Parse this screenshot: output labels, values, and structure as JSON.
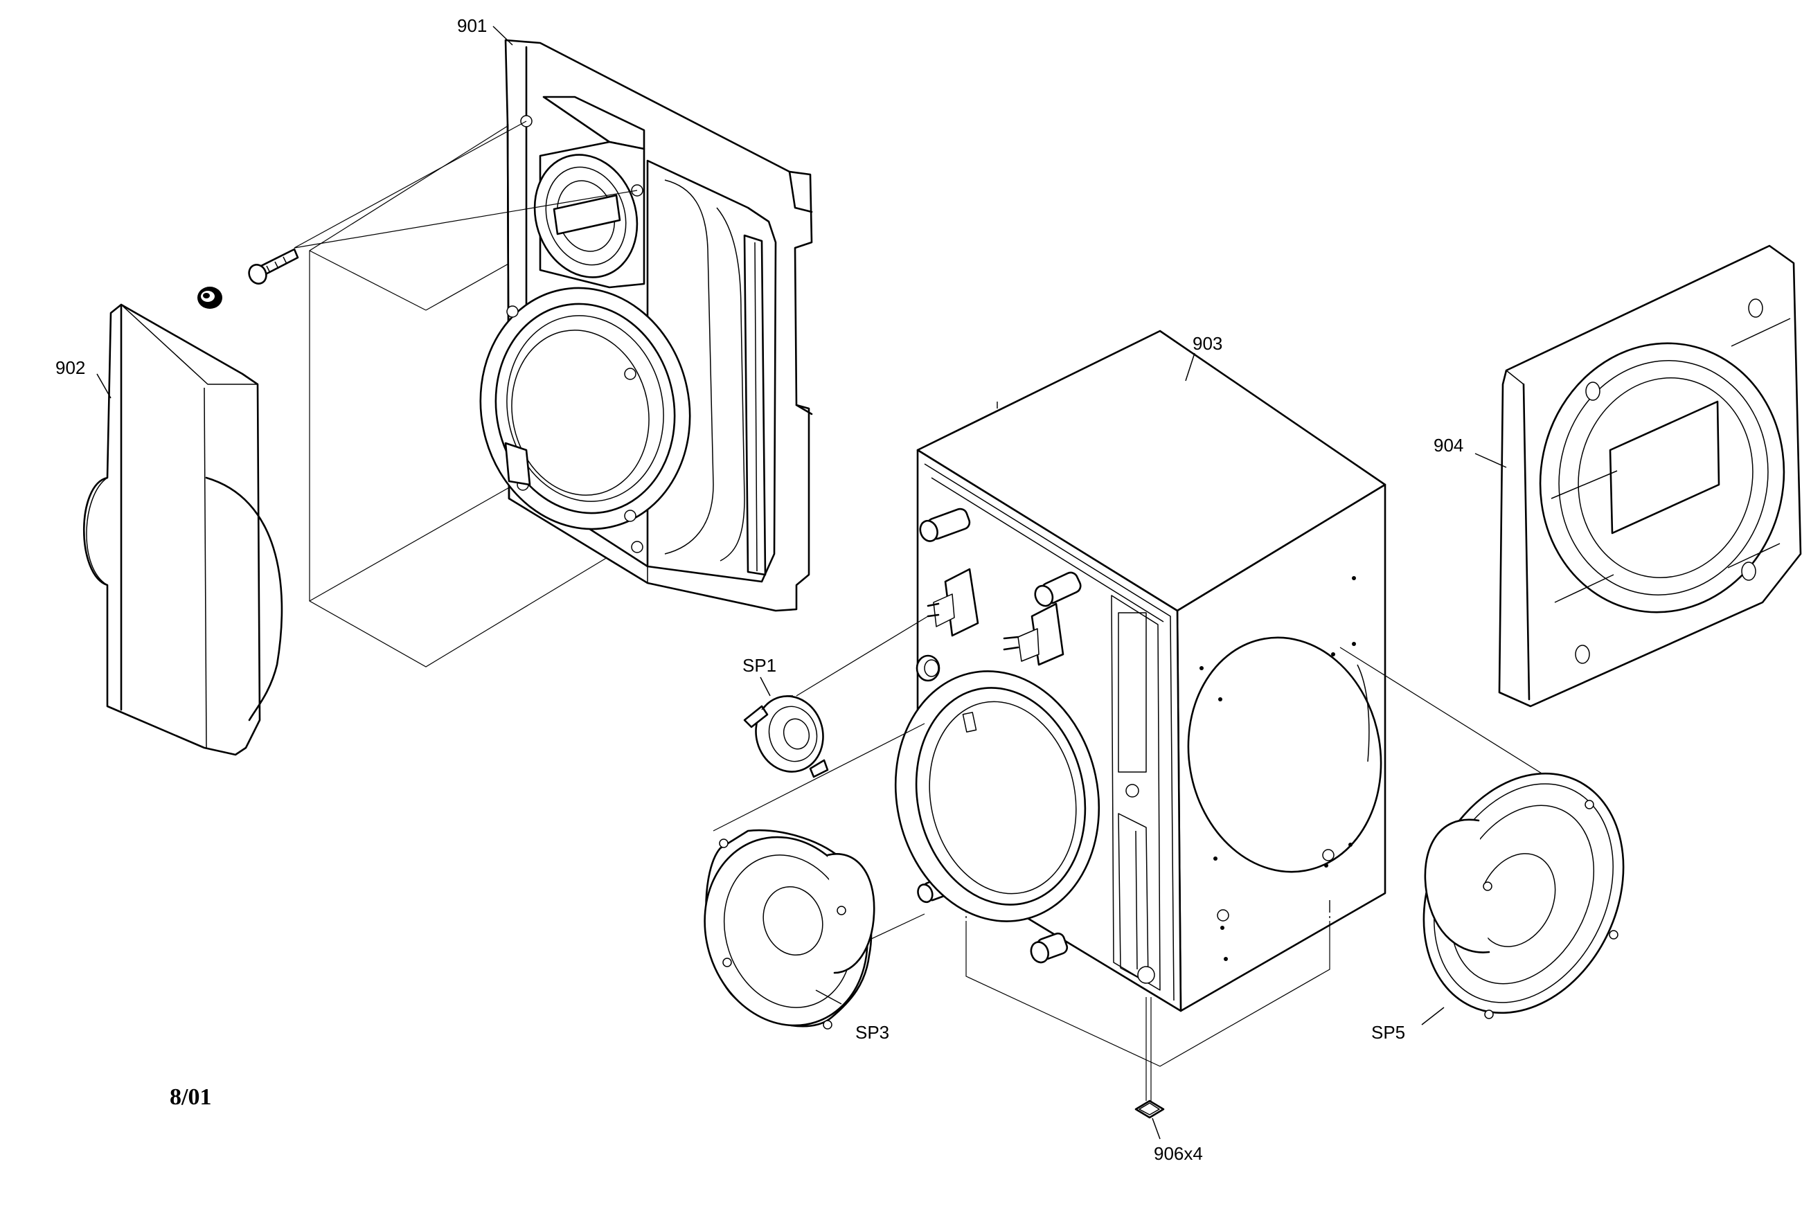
{
  "diagram": {
    "callouts": {
      "p901": "901",
      "p902": "902",
      "p903": "903",
      "p904": "904",
      "p906": "906x4",
      "sp1": "SP1",
      "sp3": "SP3",
      "sp5": "SP5"
    },
    "date_code": "8/01"
  }
}
